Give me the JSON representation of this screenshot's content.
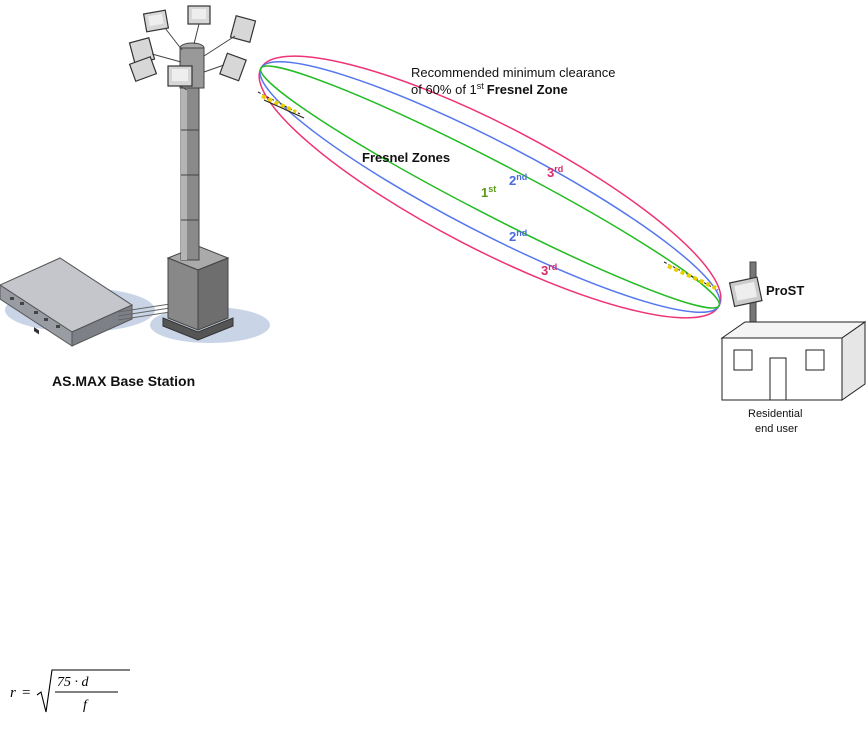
{
  "caption": {
    "line1": "Recommended minimum clearance",
    "line2_prefix": "of 60% of 1",
    "line2_sup": "st",
    "line2_bold": "Fresnel Zone"
  },
  "zones_title": "Fresnel Zones",
  "zones": [
    {
      "base": "1",
      "sup": "st",
      "color": "#5a9a1a"
    },
    {
      "base": "2",
      "sup": "nd",
      "color": "#4a6ae0"
    },
    {
      "base": "2",
      "sup": "nd",
      "color": "#4a6ae0"
    },
    {
      "base": "3",
      "sup": "rd",
      "color": "#d82a6a"
    },
    {
      "base": "3",
      "sup": "rd",
      "color": "#d82a6a"
    }
  ],
  "base_station_label": "AS.MAX Base Station",
  "cpe_label": "ProST",
  "user_label_line1": "Residential",
  "user_label_line2": "end user",
  "formula": {
    "lhs": "r",
    "eq": "=",
    "numerator": "75 · d",
    "denominator": "f"
  },
  "colors": {
    "zone1": "#22bb22",
    "zone2": "#5577ee",
    "zone3": "#ee3377",
    "tower": "#777777",
    "hazard": "#e8d000"
  }
}
